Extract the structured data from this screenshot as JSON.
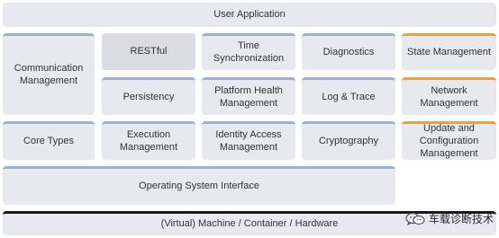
{
  "diagram": {
    "user_application": "User Application",
    "communication_management": "Communication Management",
    "restful": "RESTful",
    "time_synchronization": "Time Synchronization",
    "diagnostics": "Diagnostics",
    "state_management": "State Management",
    "persistency": "Persistency",
    "platform_health_management": "Platform Health Management",
    "log_trace": "Log & Trace",
    "network_management": "Network Management",
    "core_types": "Core Types",
    "execution_management": "Execution Management",
    "identity_access_management": "Identity Access Management",
    "cryptography": "Cryptography",
    "update_configuration_management": "Update and Configuration Management",
    "operating_system_interface": "Operating System Interface",
    "hardware_layer": "(Virtual) Machine / Container / Hardware"
  },
  "watermark": {
    "text": "车载诊断技术",
    "icon": "wechat-icon"
  },
  "colors": {
    "box_fill": "#e8e9ee",
    "blue_accent": "#9db0d2",
    "orange_accent": "#f0a030",
    "hardware_accent": "#1a1a1a"
  }
}
